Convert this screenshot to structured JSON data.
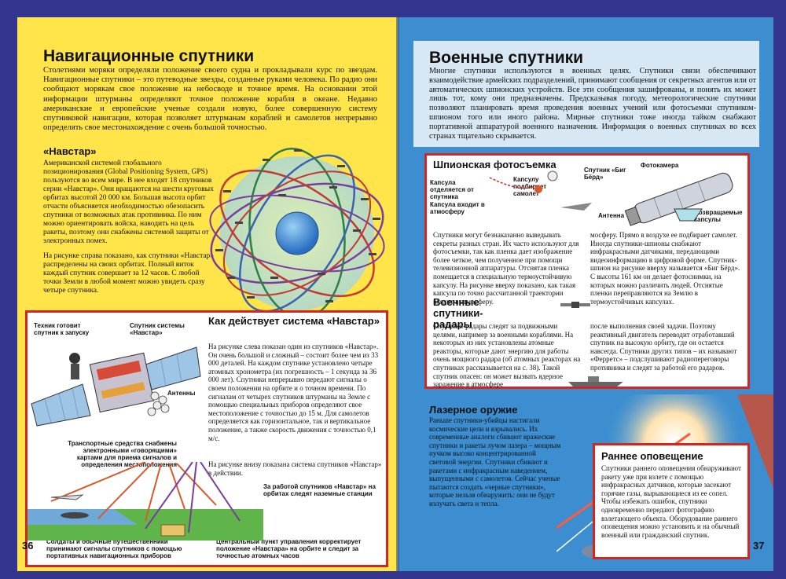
{
  "left": {
    "title": "Навигационные спутники",
    "intro": "Столетиями моряки определяли положение своего судна и прокладывали курс по звездам. Навигационные спутники – это путеводные звезды, созданные руками человека. По радио они сообщают морякам свое положение на небосводе и точное время. На основании этой информации штурманы определяют точное положение корабля в океане. Недавно американские и европейские ученые создали новую, более совершенную систему спутниковой навигации, которая позволяет штурманам кораблей и самолетов непрерывно определять свое местонахождение с очень большой точностью.",
    "navstar_heading": "«Навстар»",
    "navstar_text": "Американской системой глобального позиционирования (Global Positioning System, GPS) пользуются во всем мире. В нее входят 18 спутников серии «Навстар». Они вращаются на шести круговых орбитах высотой 20 000 км. Большая высота орбит отчасти объясняется необходимостью обезопасить спутники от возможных атак противника. По ним можно ориентировать войска, наводить на цель ракеты, поэтому они снабжены системой защиты от электронных помех.",
    "navstar_text2": "На рисунке справа показано, как спутники «Навстар» распределены на своих орбитах. Полный виток каждый спутник совершает за 12 часов. С любой точки Земли в любой момент можно увидеть сразу четыре спутника.",
    "box_title": "Как действует система «Навстар»",
    "box_text": "На рисунке слева показан один из спутников «Навстар». Он очень большой и сложный – состоит более чем из 33 000 деталей. На каждом спутнике установлено четыре атомных хронометра (их погрешность – 1 секунда за 36 000 лет). Спутники непрерывно передают сигналы о своем положении на орбите и о точном времени. По сигналам от четырех спутников штурманы на Земле с помощью специальных приборов определяют свое местоположение с точностью до 15 м. Для самолетов определяется как горизонтальное, так и вертикальное положение, а также скорость движения с точностью 0,1 м/с.",
    "box_text2": "На рисунке внизу показана система спутников «Навстар» в действии.",
    "label_tech": "Техник готовит спутник к запуску",
    "label_sat": "Спутник системы «Навстар»",
    "label_antenna": "Антенны",
    "label_transport": "Транспортные средства снабжены электронными «говорящими» картами для приема сигналов и определения местоположения",
    "label_stations": "За работой спутников «Навстар» на орбитах следят наземные станции",
    "label_soldiers": "Солдаты и обычные путешественники принимают сигналы спутников с помощью портативных навигационных приборов",
    "label_control": "Центральный пункт управления корректирует положение «Навстара» на орбите и следит за точностью атомных часов",
    "page_number": "36"
  },
  "right": {
    "title": "Военные спутники",
    "intro": "Многие спутники используются в военных целях. Спутники связи обеспечивают взаимодействие армейских подразделений, принимают сообщения от секретных агентов или от автоматических шпионских устройств. Все эти сообщения зашифрованы, и понять их может лишь тот, кому они предназначены. Предсказывая погоду, метеорологические спутники позволяют планировать время проведения военных учений или фотосъемки спутником-шпионом того или иного района. Мирные спутники тоже иногда тайком снабжают портативной аппаратурой военного назначения. Информация о военных спутниках во всех странах тщательно скрывается.",
    "spy_heading": "Шпионская фотосъемка",
    "label_capsule_sep": "Капсула отделяется от спутника",
    "label_capsule_atm": "Капсула входит в атмосферу",
    "label_plane": "Капсулу подбирает самолет",
    "label_bigbird": "Спутник «Биг Бёрд»",
    "label_camera": "Фотокамера",
    "label_antenna": "Антенна",
    "label_return": "Возвращаемые капсулы",
    "spy_text_left": "Спутники могут безнаказанно выведывать секреты разных стран. Их часто используют для фотосъемки, так как пленка дает изображение более четкое, чем полученное при помощи телевизионной аппаратуры. Отснятая пленка помещается в специальную термоустойчивую капсулу. На рисунке вверху показано, как такая капсула по точно рассчитанной траектории входит в атмосферу.",
    "spy_text_right": "мосферу. Прямо в воздухе ее подбирает самолет. Иногда спутники-шпионы снабжают инфракрасными датчиками, передающими видеоинформацию в цифровой форме. Спутник-шпион на рисунке вверху называется «Биг Бёрд». С высоты 161 км он делает фотоснимки, на которых можно различить людей. Отснятые пленки переправляются на Землю в термоустойчивых капсулах.",
    "radar_heading": "Военные спутники-радары",
    "radar_text_left": "Спутники-радары следят за подвижными целями, например за военными кораблями. На некоторых из них установлены атомные реакторы, которые дают энергию для работы очень мощного радара (об атомных реакторах на спутниках рассказывается на с. 38). Такой спутник опасен: он может вызвать ядерное заражение в атмосфере",
    "radar_text_right": "после выполнения своей задачи. Поэтому реактивный двигатель переводит отработавший спутник на высокую орбиту, где он остается навсегда. Спутники других типов – их называют «Ферретс» – подслушивают радиопереговоры противника и следят за работой его радаров.",
    "laser_heading": "Лазерное оружие",
    "laser_text": "Раньше спутники-убийцы настигали космические цели и взрывались. Их современные аналоги сбивают вражеские спутники и ракеты лучом лазера – мощным пучком высоко концентрированной световой энергии. Спутники сбивают и ракетами с инфракрасным наведением, выпущенными с самолетов. Сейчас ученые пытаются создать «черные спутники», которые нельзя обнаружить: они не будут излучать света и тепла.",
    "early_heading": "Раннее оповещение",
    "early_text": "Спутники раннего оповещения обнаруживают ракету уже при взлете с помощью инфракрасных датчиков, которые засекают горячие газы, вырывающиеся из ее сопел. Чтобы избежать ошибок, спутники одновременно передают фотографию взлетающего объекта. Оборудование раннего оповещения можно установить и на обычный военный или гражданский спутник.",
    "page_number": "37"
  },
  "colors": {
    "left_bg": "#ffe44a",
    "right_bg": "#3c8ed0",
    "box_border": "#d32620",
    "cover": "#33358e"
  }
}
